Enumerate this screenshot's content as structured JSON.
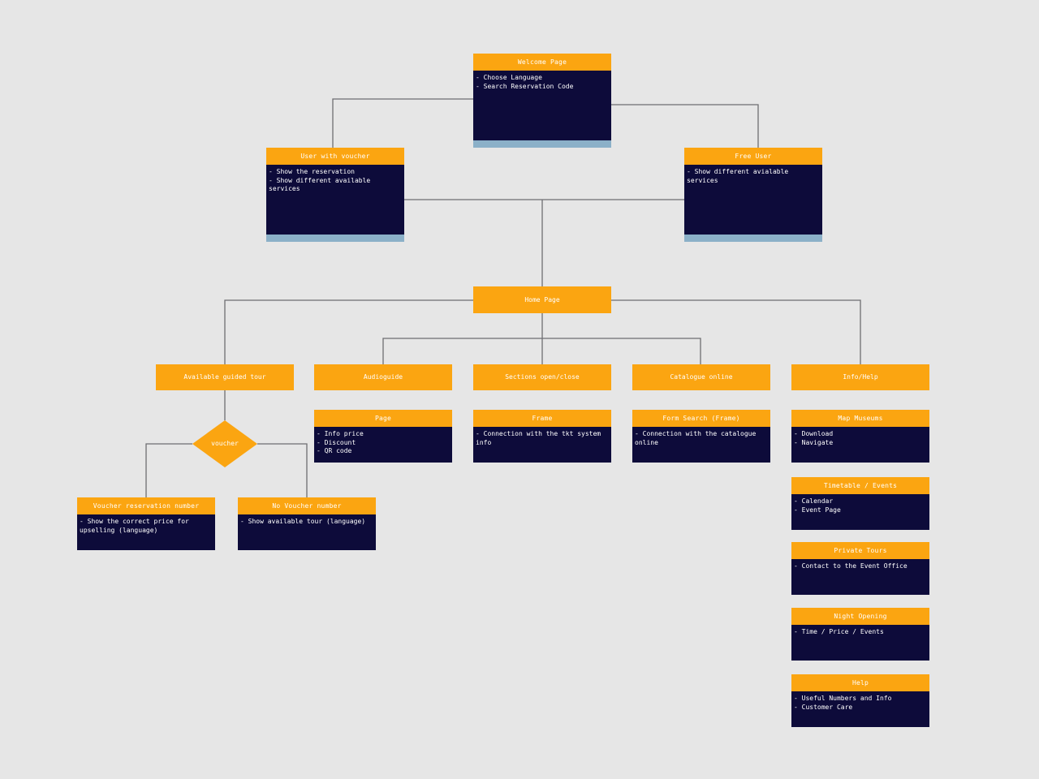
{
  "nodes": {
    "welcome": {
      "title": "Welcome Page",
      "items": [
        "- Choose Language",
        "- Search Reservation Code"
      ]
    },
    "user_voucher": {
      "title": "User with voucher",
      "items": [
        "- Show the reservation",
        "- Show different available services"
      ]
    },
    "free_user": {
      "title": "Free User",
      "items": [
        "- Show different avialable services"
      ]
    },
    "home": {
      "title": "Home Page"
    },
    "guided_tour": {
      "title": "Available guided tour"
    },
    "audioguide": {
      "title": "Audioguide"
    },
    "sections": {
      "title": "Sections open/close"
    },
    "catalogue": {
      "title": "Catalogue online"
    },
    "info_help": {
      "title": "Info/Help"
    },
    "voucher_decision": {
      "title": "voucher"
    },
    "voucher_number": {
      "title": "Voucher reservation number",
      "items": [
        "- Show the correct price for upselling (language)"
      ]
    },
    "no_voucher": {
      "title": "No Voucher number",
      "items": [
        "- Show available tour (language)"
      ]
    },
    "audio_page": {
      "title": "Page",
      "items": [
        "- Info price",
        "- Discount",
        "- QR code"
      ]
    },
    "frame": {
      "title": "Frame",
      "items": [
        "- Connection with the tkt system info"
      ]
    },
    "form_search": {
      "title": "Form Search (Frame)",
      "items": [
        "- Connection with the catalogue online"
      ]
    },
    "map_museums": {
      "title": "Map Museums",
      "items": [
        "- Download",
        "- Navigate"
      ]
    },
    "timetable": {
      "title": "Timetable / Events",
      "items": [
        "- Calendar",
        "- Event Page"
      ]
    },
    "private_tours": {
      "title": "Private Tours",
      "items": [
        "- Contact to the Event Office"
      ]
    },
    "night_opening": {
      "title": "Night Opening",
      "items": [
        "- Time / Price / Events"
      ]
    },
    "help": {
      "title": "Help",
      "items": [
        "- Useful Numbers and Info",
        "- Customer Care"
      ]
    }
  },
  "colors": {
    "header": "#fba511",
    "body": "#0d0b3a",
    "footer": "#8bb0c8",
    "connector": "#6e6e72",
    "background": "#e6e6e6"
  }
}
